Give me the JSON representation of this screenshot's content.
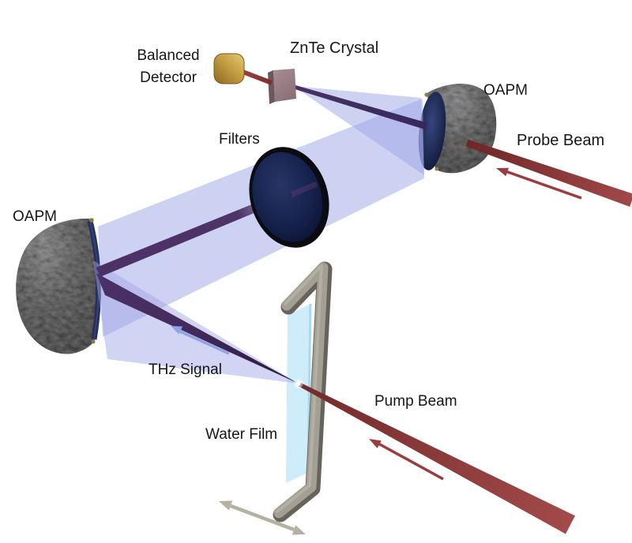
{
  "figure": {
    "title_hint": "Terahertz pump-probe optical setup with water film",
    "background": "#ffffff",
    "labels": {
      "balanced_detector": {
        "line1": "Balanced",
        "line2": "Detector"
      },
      "znte_crystal": "ZnTe Crystal",
      "oapm_top_right": "OAPM",
      "probe_beam": "Probe Beam",
      "filters": "Filters",
      "oapm_left": "OAPM",
      "thz_signal": "THz Signal",
      "water_film": "Water Film",
      "pump_beam": "Pump Beam"
    },
    "colors": {
      "background": "#ffffff",
      "label_text": "#161616",
      "thz_beam_purple": "#4b3166",
      "thz_envelope_lavender": "#c9cbf1",
      "laser_beam_red": "#8e3434",
      "direction_arrow_red": "#9c3d3d",
      "thz_direction_arrow_blue": "#8fa5e5",
      "translation_arrow_gray": "#b6b0a3",
      "mirror_body_black": "#141414",
      "mirror_face_navy": "#1c2850",
      "filter_face_navy": "#15204a",
      "detector_gold": "#c49d42",
      "znte_crystal_mauve": "#9a7d84",
      "film_holder_gray": "#a49f94",
      "water_film_blue": "#c6e9f9",
      "focus_spot_white": "#ffffff"
    }
  }
}
